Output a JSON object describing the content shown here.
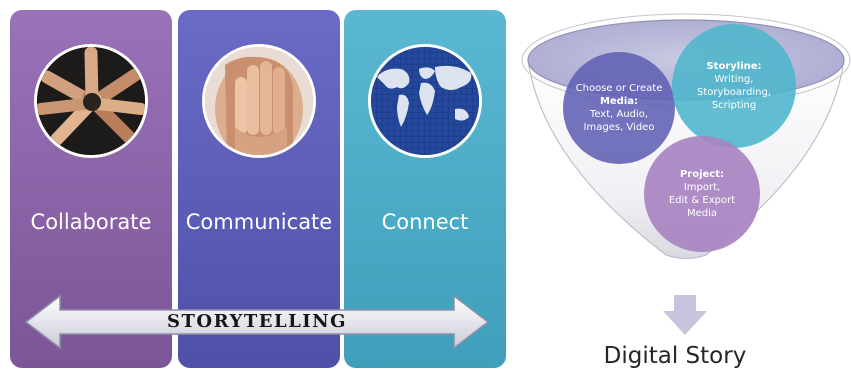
{
  "panels": [
    {
      "label": "Collaborate",
      "icon": "joined-hands-photo",
      "color": "#8a62a8"
    },
    {
      "label": "Communicate",
      "icon": "ear-listening-photo",
      "color": "#5a5bb6"
    },
    {
      "label": "Connect",
      "icon": "world-map-photo",
      "color": "#4eaac4"
    }
  ],
  "arrow": {
    "label": "STORYTELLING"
  },
  "funnel": {
    "media": {
      "line1": "Choose or Create",
      "title": "Media:",
      "line2": "Text, Audio,",
      "line3": "Images, Video"
    },
    "storyline": {
      "title": "Storyline:",
      "line1": "Writing,",
      "line2": "Storyboarding,",
      "line3": "Scripting"
    },
    "project": {
      "title": "Project:",
      "line1": "Import,",
      "line2": "Edit & Export",
      "line3": "Media"
    }
  },
  "output": {
    "label": "Digital Story"
  }
}
